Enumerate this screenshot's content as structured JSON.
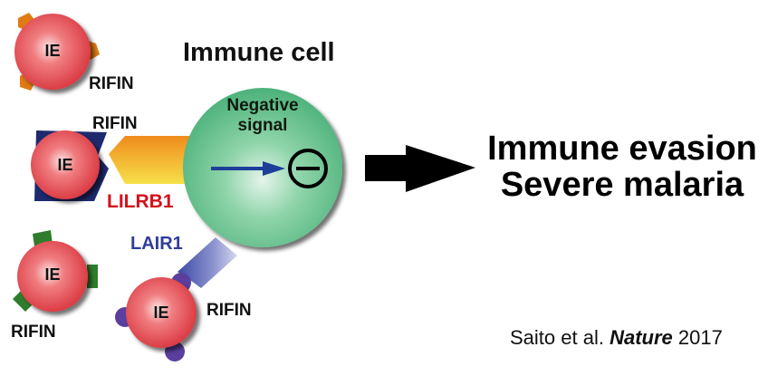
{
  "diagram": {
    "title": "Immune cell",
    "immune_cell": {
      "signal_label_line1": "Negative",
      "signal_label_line2": "signal",
      "signal_symbol": "minus-in-circle"
    },
    "receptors": {
      "lilrb1": {
        "label": "LILRB1",
        "color": "#d4111b"
      },
      "lair1": {
        "label": "LAIR1",
        "color": "#2e3e9a"
      }
    },
    "infected_erythrocytes": [
      {
        "label": "IE",
        "rifin_label": "RIFIN",
        "rifin_color": "#e07a12"
      },
      {
        "label": "IE",
        "rifin_label": "RIFIN",
        "rifin_color": "#1e2a6e"
      },
      {
        "label": "IE",
        "rifin_label": "RIFIN",
        "rifin_color": "#2f7d2c"
      },
      {
        "label": "IE",
        "rifin_label": "RIFIN",
        "rifin_color": "#5b3f9e"
      }
    ],
    "outcome": {
      "line1": "Immune evasion",
      "line2": "Severe malaria"
    },
    "citation": {
      "authors": "Saito et al.",
      "journal": "Nature",
      "year": "2017"
    },
    "colors": {
      "ie_cell": "#e8535a",
      "immune_cell": "#5cbf87",
      "signal_arrow": "#1d3f9a"
    }
  }
}
